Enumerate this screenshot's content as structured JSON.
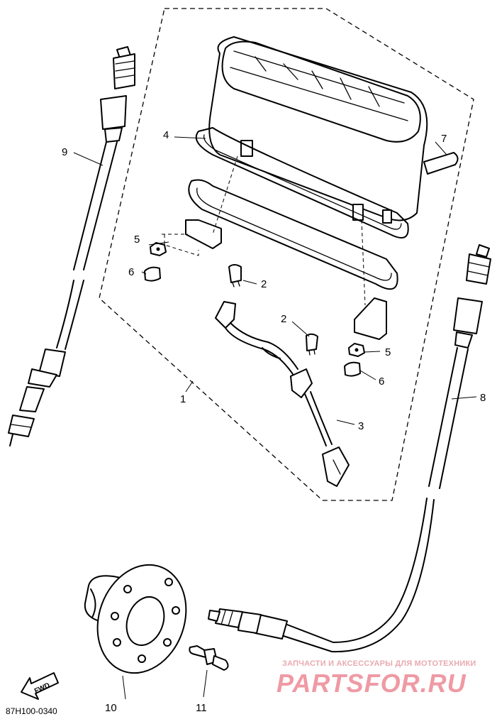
{
  "diagram": {
    "callouts": {
      "p1": "1",
      "p2a": "2",
      "p2b": "2",
      "p3": "3",
      "p4": "4",
      "p5a": "5",
      "p5b": "5",
      "p6a": "6",
      "p6b": "6",
      "p7": "7",
      "p8": "8",
      "p9": "9",
      "p10": "10",
      "p11": "11"
    },
    "drawing_code": "87H100-0340",
    "fwd_label": "FWD"
  },
  "watermark": {
    "tagline": "ЗАПЧАСТИ И АКСЕССУАРЫ ДЛЯ МОТОТЕХНИКИ",
    "logo": "PARTSFOR.RU",
    "color": "#ef9aa4"
  }
}
